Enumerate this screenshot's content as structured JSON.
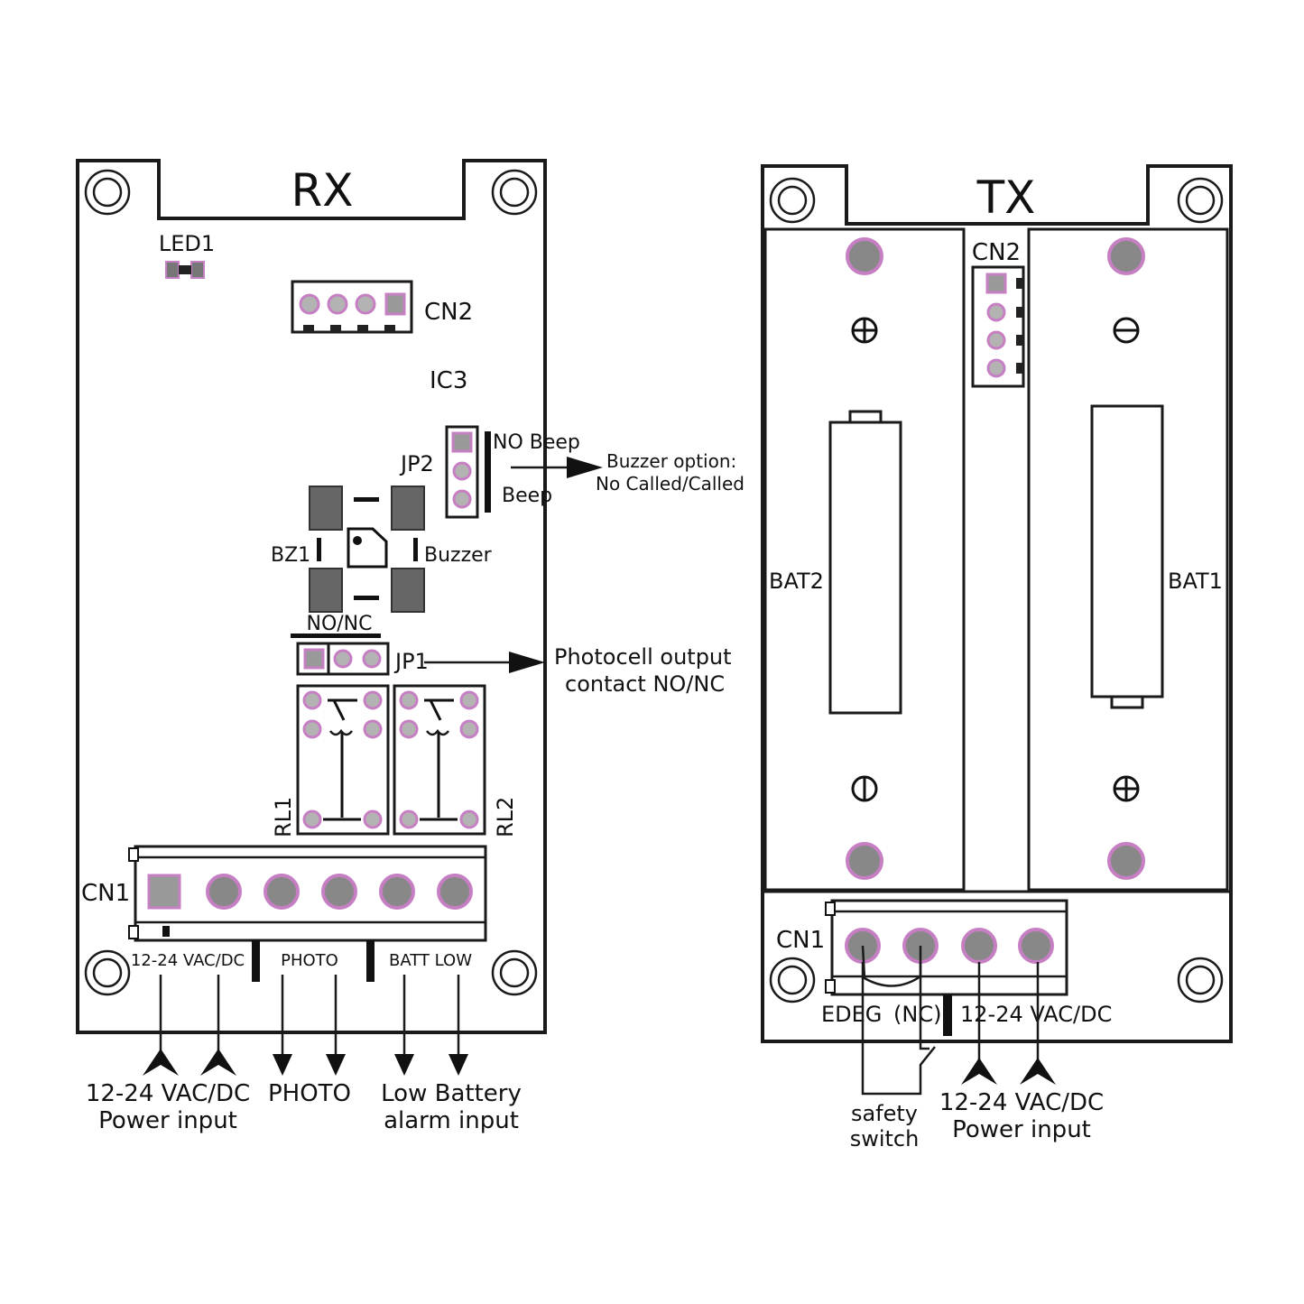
{
  "rx": {
    "title": "RX",
    "led1": "LED1",
    "cn2": "CN2",
    "ic3": "IC3",
    "jp2": "JP2",
    "jp2_no_beep": "NO Beep",
    "jp2_beep": "Beep",
    "buzzer_option_line1": "Buzzer option:",
    "buzzer_option_line2": "No Called/Called",
    "bz1": "BZ1",
    "buzzer": "Buzzer",
    "no_nc": "NO/NC",
    "jp1": "JP1",
    "photocell_line1": "Photocell output",
    "photocell_line2": "contact NO/NC",
    "rl1": "RL1",
    "rl2": "RL2",
    "cn1": "CN1",
    "term_power": "12-24 VAC/DC",
    "term_photo": "PHOTO",
    "term_batt": "BATT LOW",
    "bottom_power_line1": "12-24 VAC/DC",
    "bottom_power_line2": "Power input",
    "bottom_photo": "PHOTO",
    "bottom_low_line1": "Low Battery",
    "bottom_low_line2": "alarm input"
  },
  "tx": {
    "title": "TX",
    "cn2": "CN2",
    "bat2": "BAT2",
    "bat1": "BAT1",
    "cn1": "CN1",
    "edeg": "EDEG",
    "nc": "(NC)",
    "term_power": "12-24 VAC/DC",
    "safety_line1": "safety",
    "safety_line2": "switch",
    "bottom_power_line1": "12-24 VAC/DC",
    "bottom_power_line2": "Power input"
  }
}
